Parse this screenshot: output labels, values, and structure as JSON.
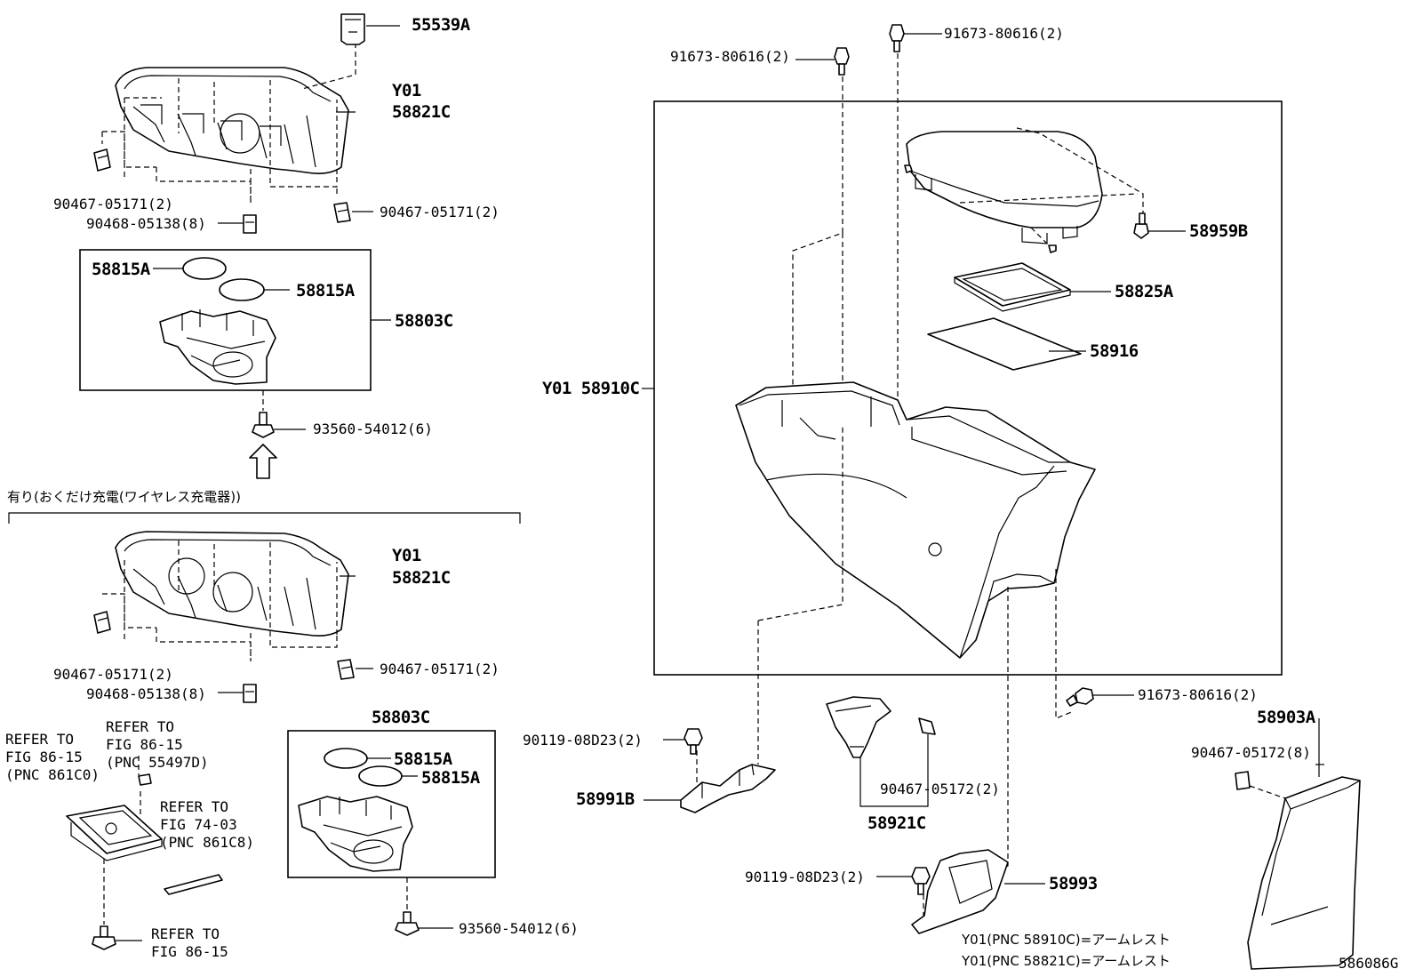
{
  "labels": {
    "p55539A": "55539A",
    "y01a": "Y01",
    "p58821C_a": "58821C",
    "p90467_tl": "90467-05171(2)",
    "p90468_t": "90468-05138(8)",
    "p90467_tr": "90467-05171(2)",
    "p58815A_1": "58815A",
    "p58815A_2": "58815A",
    "p58803C_a": "58803C",
    "p93560_a": "93560-54012(6)",
    "jp_option": "有り(おくだけ充電(ワイヤレス充電器))",
    "y01b": "Y01",
    "p58821C_b": "58821C",
    "p90467_bl": "90467-05171(2)",
    "p90468_b": "90468-05138(8)",
    "p90467_br": "90467-05171(2)",
    "refer1": "REFER TO\nFIG 86-15\n(PNC 861C0)",
    "refer2": "REFER TO\nFIG 86-15\n(PNC 55497D)",
    "refer3": "REFER TO\nFIG 74-03\n(PNC 861C8)",
    "refer4": "REFER TO\nFIG 86-15",
    "p58803C_b": "58803C",
    "p58815A_3": "58815A",
    "p58815A_4": "58815A",
    "p93560_b": "93560-54012(6)",
    "p91673_l": "91673-80616(2)",
    "p91673_r": "91673-80616(2)",
    "p58959B": "58959B",
    "p58825A": "58825A",
    "p58916": "58916",
    "p58910C": "Y01 58910C",
    "p91673_b": "91673-80616(2)",
    "p58903A": "58903A",
    "p90467_5172_8": "90467-05172(8)",
    "p90119_a": "90119-08D23(2)",
    "p58991B": "58991B",
    "p90467_5172_2": "90467-05172(2)",
    "p58921C": "58921C",
    "p90119_b": "90119-08D23(2)",
    "p58993": "58993",
    "note1": "Y01(PNC 58910C)=アームレスト",
    "note2": "Y01(PNC 58821C)=アームレスト",
    "fig_id": "586086G"
  }
}
